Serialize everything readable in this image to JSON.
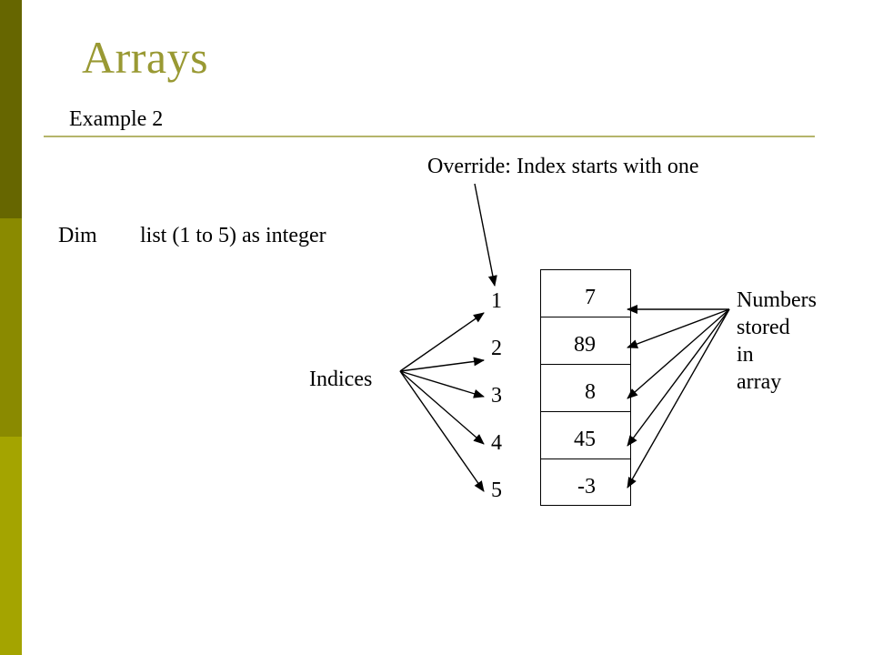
{
  "slide": {
    "title": "Arrays",
    "subtitle": "Example 2",
    "override_note": "Override: Index starts with one",
    "dim_keyword": "Dim",
    "dim_declaration": "list (1 to 5) as integer",
    "indices_label": "Indices",
    "numbers_label_lines": [
      "Numbers",
      "stored",
      "in",
      "array"
    ],
    "indices": [
      "1",
      "2",
      "3",
      "4",
      "5"
    ],
    "values": [
      "7",
      "89",
      "8",
      "45",
      "-3"
    ]
  },
  "colors": {
    "title": "#999933",
    "band_dark": "#666600",
    "band_mid": "#8a8a00",
    "band_light": "#a4a400",
    "rule": "#b5b56b"
  }
}
